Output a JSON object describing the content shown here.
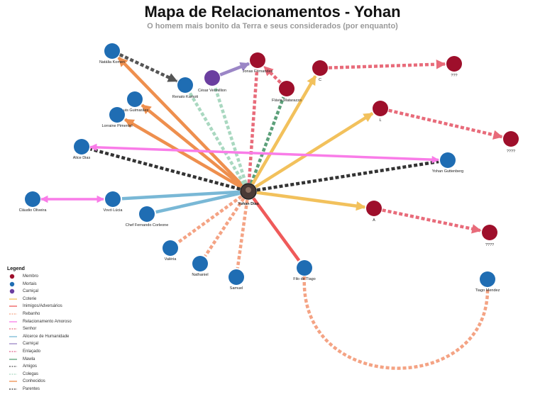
{
  "title": "Mapa de Relacionamentos - Yohan",
  "subtitle": "O homem mais bonito da Terra e seus considerados (por enquanto)",
  "colors": {
    "membro": "#9e0f2b",
    "mortais": "#1f6db3",
    "carnical": "#6b3fa0",
    "coterie": "#f2c15c",
    "inimigos": "#ef5a5a",
    "rebanho": "#f4a384",
    "relacionamento": "#f97ce8",
    "senhor": "#e86b7a",
    "alicerce": "#79b8d6",
    "carnical_rel": "#9b86c6",
    "enlacado": "#e0608a",
    "mawla": "#5ca07a",
    "amigos": "#555555",
    "colegas": "#a9d8c0",
    "conhecidos": "#ee8f4e",
    "parentes": "#333333"
  },
  "nodes": [
    {
      "id": "yohan-dias",
      "label": "Yohan Dias",
      "type": "center"
    },
    {
      "id": "natalia-komen",
      "label": "Natália Komen",
      "type": "mortal"
    },
    {
      "id": "renato-kamoti",
      "label": "Renato Kamoti",
      "type": "mortal"
    },
    {
      "id": "cesar-vermillion",
      "label": "César Vermillion",
      "type": "carnical"
    },
    {
      "id": "jonas-fernandes",
      "label": "Jonas Fernandes",
      "type": "membro"
    },
    {
      "id": "flavio-matarazzo",
      "label": "Flávio Matarazzo",
      "type": "membro"
    },
    {
      "id": "c",
      "label": "C",
      "type": "membro"
    },
    {
      "id": "q3",
      "label": "???",
      "type": "membro"
    },
    {
      "id": "luis-guimaraes",
      "label": "Luis Guimarães",
      "type": "mortal"
    },
    {
      "id": "lorraine-pimentel",
      "label": "Lorraine Pimentel",
      "type": "mortal"
    },
    {
      "id": "l",
      "label": "L",
      "type": "membro"
    },
    {
      "id": "q4a",
      "label": "????",
      "type": "membro"
    },
    {
      "id": "alice-dias",
      "label": "Alice Dias",
      "type": "mortal"
    },
    {
      "id": "yohan-guttenberg",
      "label": "Yohan Guttenberg",
      "type": "mortal"
    },
    {
      "id": "claudio-oliveira",
      "label": "Cláudio Oliveira",
      "type": "mortal"
    },
    {
      "id": "vovo-lucia",
      "label": "Vovó Lúcia",
      "type": "mortal"
    },
    {
      "id": "chef-fernando",
      "label": "Chef Fernando Corleone",
      "type": "mortal"
    },
    {
      "id": "a",
      "label": "A",
      "type": "membro"
    },
    {
      "id": "q4b",
      "label": "????",
      "type": "membro"
    },
    {
      "id": "valeria",
      "label": "Valéria",
      "type": "mortal"
    },
    {
      "id": "nathaniel",
      "label": "Nathaniel",
      "type": "mortal"
    },
    {
      "id": "samuel",
      "label": "Samuel",
      "type": "mortal"
    },
    {
      "id": "filo-de-tiago",
      "label": "Filo de Tiago",
      "type": "mortal"
    },
    {
      "id": "tiago-mendez",
      "label": "Tiago Mendez",
      "type": "mortal"
    }
  ],
  "edges": [
    {
      "from": "natalia-komen",
      "to": "renato-kamoti",
      "kind": "amigos",
      "arrow": "end"
    },
    {
      "from": "cesar-vermillion",
      "to": "jonas-fernandes",
      "kind": "carnical_rel",
      "arrow": "end"
    },
    {
      "from": "flavio-matarazzo",
      "to": "jonas-fernandes",
      "kind": "senhor",
      "arrow": "end"
    },
    {
      "from": "c",
      "to": "q3",
      "kind": "senhor",
      "arrow": "end"
    },
    {
      "from": "l",
      "to": "q4a",
      "kind": "senhor",
      "arrow": "end"
    },
    {
      "from": "a",
      "to": "q4b",
      "kind": "senhor",
      "arrow": "end"
    },
    {
      "from": "yohan-dias",
      "to": "jonas-fernandes",
      "kind": "senhor",
      "arrow": "none"
    },
    {
      "from": "yohan-dias",
      "to": "flavio-matarazzo",
      "kind": "mawla",
      "arrow": "none"
    },
    {
      "from": "yohan-dias",
      "to": "c",
      "kind": "coterie",
      "arrow": "end"
    },
    {
      "from": "yohan-dias",
      "to": "l",
      "kind": "coterie",
      "arrow": "end"
    },
    {
      "from": "yohan-dias",
      "to": "a",
      "kind": "coterie",
      "arrow": "end"
    },
    {
      "from": "yohan-dias",
      "to": "natalia-komen",
      "kind": "conhecidos",
      "arrow": "end"
    },
    {
      "from": "yohan-dias",
      "to": "luis-guimaraes",
      "kind": "conhecidos",
      "arrow": "end"
    },
    {
      "from": "yohan-dias",
      "to": "lorraine-pimentel",
      "kind": "conhecidos",
      "arrow": "end"
    },
    {
      "from": "yohan-dias",
      "to": "renato-kamoti",
      "kind": "colegas",
      "arrow": "none"
    },
    {
      "from": "yohan-dias",
      "to": "cesar-vermillion",
      "kind": "colegas",
      "arrow": "none"
    },
    {
      "from": "yohan-dias",
      "to": "alice-dias",
      "kind": "parentes",
      "arrow": "none"
    },
    {
      "from": "yohan-dias",
      "to": "yohan-guttenberg",
      "kind": "parentes",
      "arrow": "none"
    },
    {
      "from": "alice-dias",
      "to": "yohan-guttenberg",
      "kind": "relacionamento",
      "arrow": "both"
    },
    {
      "from": "claudio-oliveira",
      "to": "vovo-lucia",
      "kind": "relacionamento",
      "arrow": "both"
    },
    {
      "from": "yohan-dias",
      "to": "vovo-lucia",
      "kind": "alicerce",
      "arrow": "none"
    },
    {
      "from": "yohan-dias",
      "to": "chef-fernando",
      "kind": "alicerce",
      "arrow": "none"
    },
    {
      "from": "yohan-dias",
      "to": "valeria",
      "kind": "rebanho",
      "arrow": "none"
    },
    {
      "from": "yohan-dias",
      "to": "nathaniel",
      "kind": "rebanho",
      "arrow": "none"
    },
    {
      "from": "yohan-dias",
      "to": "samuel",
      "kind": "rebanho",
      "arrow": "none"
    },
    {
      "from": "yohan-dias",
      "to": "filo-de-tiago",
      "kind": "inimigos",
      "arrow": "none"
    },
    {
      "from": "filo-de-tiago",
      "to": "tiago-mendez",
      "kind": "rebanho",
      "arrow": "none"
    }
  ],
  "legend": {
    "title": "Legend",
    "items": [
      {
        "label": "Membro",
        "symbol": "dot",
        "kind": "membro"
      },
      {
        "label": "Mortais",
        "symbol": "dot",
        "kind": "mortais"
      },
      {
        "label": "Carniçal",
        "symbol": "dot",
        "kind": "carnical"
      },
      {
        "label": "Coterie",
        "symbol": "solid",
        "kind": "coterie"
      },
      {
        "label": "Inimigos/Adversários",
        "symbol": "solid",
        "kind": "inimigos"
      },
      {
        "label": "Rebanho",
        "symbol": "dashed",
        "kind": "rebanho"
      },
      {
        "label": "Relacionamento Amoroso",
        "symbol": "solid",
        "kind": "relacionamento"
      },
      {
        "label": "Senhor",
        "symbol": "dashed",
        "kind": "senhor"
      },
      {
        "label": "Alicerce de Humanidade",
        "symbol": "solid",
        "kind": "alicerce"
      },
      {
        "label": "Carniçal",
        "symbol": "solid",
        "kind": "carnical_rel"
      },
      {
        "label": "Enlaçado",
        "symbol": "dashed",
        "kind": "enlacado"
      },
      {
        "label": "Mawla",
        "symbol": "solid",
        "kind": "mawla"
      },
      {
        "label": "Amigos",
        "symbol": "dashed",
        "kind": "amigos"
      },
      {
        "label": "Colegas",
        "symbol": "dashed",
        "kind": "colegas"
      },
      {
        "label": "Conhecidos",
        "symbol": "solid",
        "kind": "conhecidos"
      },
      {
        "label": "Parentes",
        "symbol": "dashed",
        "kind": "parentes"
      }
    ]
  }
}
